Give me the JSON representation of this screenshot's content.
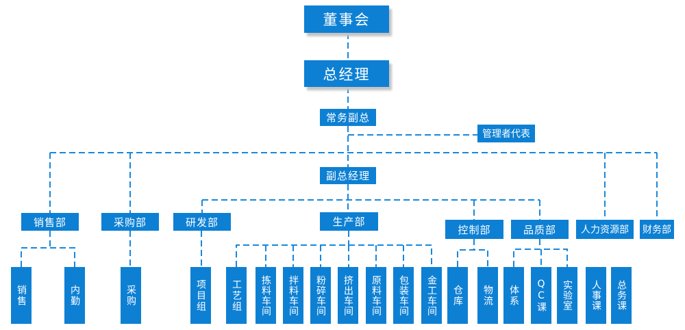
{
  "colors": {
    "box_fill": "#0d80d4",
    "connector": "#1787dd",
    "box_text": "#ffffff",
    "shadow": "#c4c4c4"
  },
  "nodes": {
    "board": "董事会",
    "general_manager": "总经理",
    "executive_vice_president": "常务副总",
    "management_representative": "管理者代表",
    "deputy_general_manager": "副总经理",
    "sales_dept": "销售部",
    "purchasing_dept": "采购部",
    "rd_dept": "研发部",
    "production_dept": "生产部",
    "control_dept": "控制部",
    "quality_dept": "品质部",
    "hr_dept": "人力资源部",
    "finance_dept": "财务部",
    "sales_team": "销售",
    "internal_office": "内勤",
    "purchasing_team": "采购",
    "project_team": "项目组",
    "process_team": "工艺组",
    "picking_workshop": "拣料车间",
    "mixing_workshop": "拌料车间",
    "crushing_workshop": "粉碎车间",
    "extrusion_workshop": "挤出车间",
    "raw_material_workshop": "原料车间",
    "packaging_workshop": "包装车间",
    "metalwork_workshop": "金工车间",
    "warehouse": "仓库",
    "logistics": "物流",
    "system_team": "体系",
    "qc_section": "QC课",
    "laboratory": "实验室",
    "personnel_section": "人事课",
    "general_affairs_section": "总务课"
  }
}
